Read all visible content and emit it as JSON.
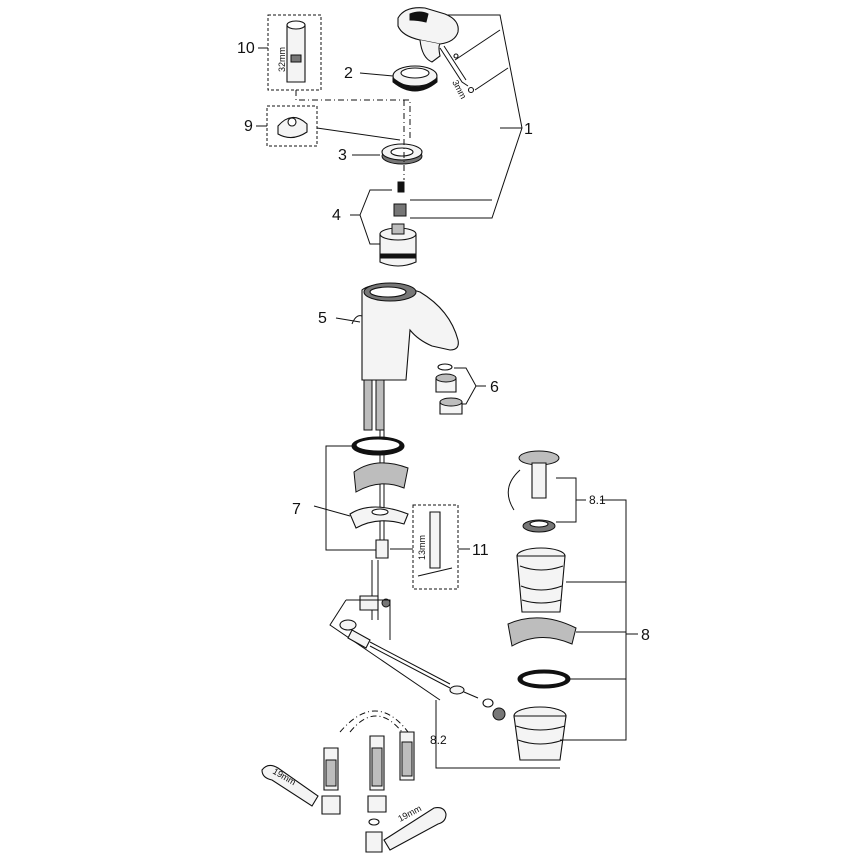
{
  "callouts": {
    "p1": "1",
    "p2": "2",
    "p3": "3",
    "p4": "4",
    "p5": "5",
    "p6": "6",
    "p7": "7",
    "p8": "8",
    "p8_1": "8.1",
    "p8_2": "8.2",
    "p9": "9",
    "p10": "10",
    "p11": "11"
  },
  "dimensions": {
    "wrench_32": "32mm",
    "allen_3": "3mm",
    "wrench_13": "13mm",
    "spanner_19_left": "19mm",
    "spanner_19_right": "19mm"
  },
  "colors": {
    "line": "#111111",
    "fill_light": "#f4f4f4",
    "fill_grey": "#bdbdbd",
    "fill_dark": "#777777"
  }
}
